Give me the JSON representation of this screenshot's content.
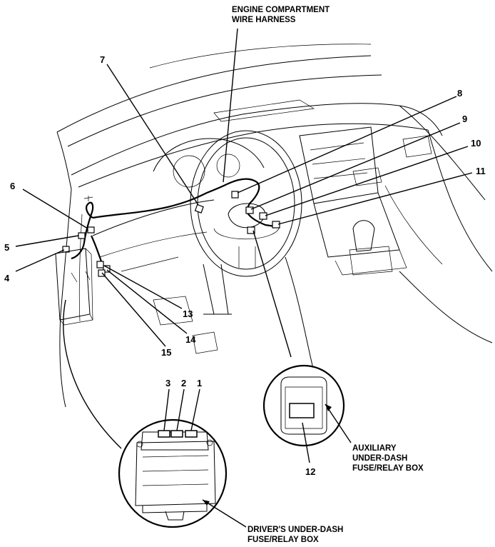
{
  "captions": {
    "engine_harness": [
      "ENGINE COMPARTMENT",
      "WIRE HARNESS"
    ],
    "aux_box": [
      "AUXILIARY",
      "UNDER-DASH",
      "FUSE/RELAY BOX"
    ],
    "driver_box": [
      "DRIVER'S UNDER-DASH",
      "FUSE/RELAY BOX"
    ]
  },
  "callouts": {
    "n1": "1",
    "n2": "2",
    "n3": "3",
    "n4": "4",
    "n5": "5",
    "n6": "6",
    "n7": "7",
    "n8": "8",
    "n9": "9",
    "n10": "10",
    "n11": "11",
    "n12": "12",
    "n13": "13",
    "n14": "14",
    "n15": "15"
  }
}
